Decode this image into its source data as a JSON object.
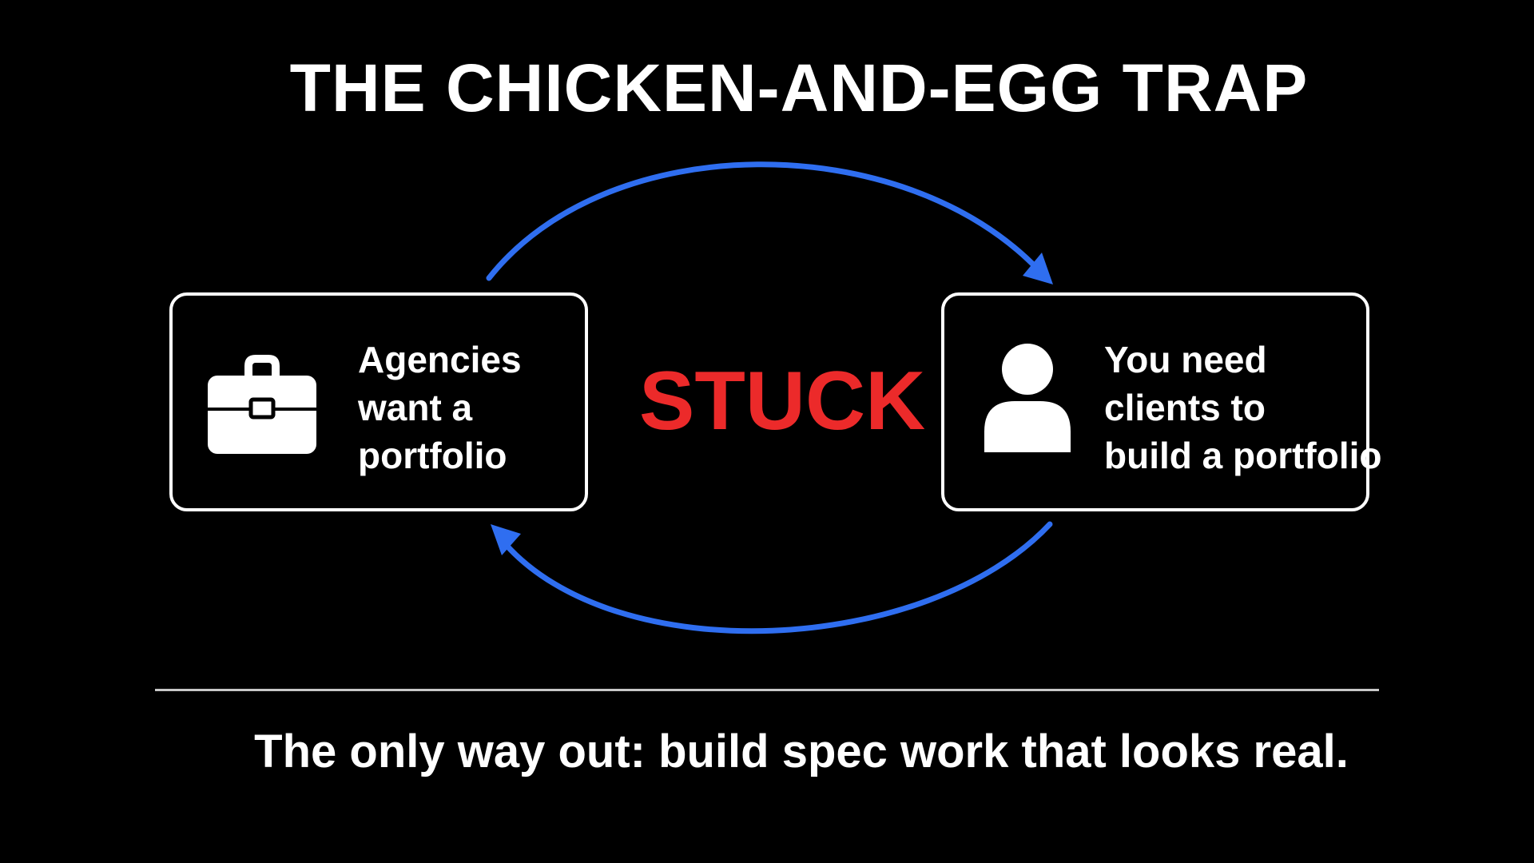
{
  "title": "THE CHICKEN-AND-EGG TRAP",
  "left_box": {
    "icon": "briefcase-icon",
    "lines": [
      "Agencies",
      "want a",
      "portfolio"
    ]
  },
  "center_label": "STUCK",
  "right_box": {
    "icon": "person-icon",
    "lines": [
      "You need",
      "clients to",
      "build a portfolio"
    ]
  },
  "footer": "The only way out: build spec work that looks real.",
  "colors": {
    "background": "#000000",
    "text": "#ffffff",
    "accent_arrow": "#2f6ef0",
    "stuck": "#ec2a2a",
    "divider": "#c8c8c8"
  }
}
